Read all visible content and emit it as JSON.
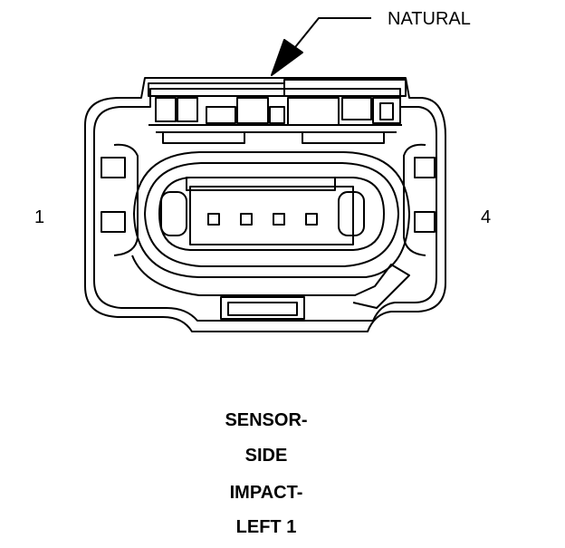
{
  "diagram": {
    "callout_label": "NATURAL",
    "pin_left_label": "1",
    "pin_right_label": "4",
    "title_lines": [
      "SENSOR-",
      "SIDE",
      "IMPACT-",
      "LEFT 1"
    ],
    "colors": {
      "line": "#000000",
      "background": "#ffffff"
    }
  }
}
